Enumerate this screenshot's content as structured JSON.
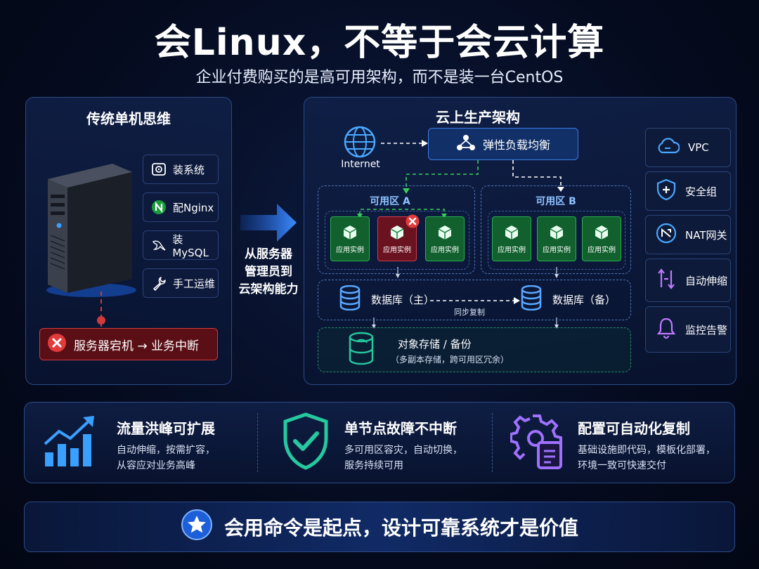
{
  "header": {
    "title": "会Linux，不等于会云计算",
    "subtitle": "企业付费购买的是高可用架构，而不是装一台CentOS"
  },
  "left_panel": {
    "title": "传统单机思维",
    "tasks": [
      {
        "icon": "disk-icon",
        "label": "装系统"
      },
      {
        "icon": "nginx-icon",
        "label": "配Nginx"
      },
      {
        "icon": "mysql-dolphin-icon",
        "label": "装MySQL"
      },
      {
        "icon": "wrench-icon",
        "label": "手工运维"
      }
    ],
    "failure": "服务器宕机 → 业务中断"
  },
  "transition": {
    "lines": [
      "从服务器",
      "管理员到",
      "云架构能力"
    ]
  },
  "right_panel": {
    "title": "云上生产架构",
    "internet_label": "Internet",
    "load_balancer": "弹性负载均衡",
    "zone_a": "可用区 A",
    "zone_b": "可用区 B",
    "instance_label": "应用实例",
    "db_primary": "数据库（主）",
    "db_replica": "数据库（备）",
    "sync_label": "同步复制",
    "storage_title": "对象存储 / 备份",
    "storage_desc": "（多副本存储，跨可用区冗余）"
  },
  "services": [
    {
      "icon": "cloud-icon",
      "label": "VPC"
    },
    {
      "icon": "shield-plus-icon",
      "label": "安全组"
    },
    {
      "icon": "nat-arrow-icon",
      "label": "NAT网关"
    },
    {
      "icon": "autoscale-icon",
      "label": "自动伸缩"
    },
    {
      "icon": "bell-icon",
      "label": "监控告警"
    }
  ],
  "features": [
    {
      "title": "流量洪峰可扩展",
      "line1": "自动伸缩，按需扩容，",
      "line2": "从容应对业务高峰"
    },
    {
      "title": "单节点故障不中断",
      "line1": "多可用区容灾，自动切换，",
      "line2": "服务持续可用"
    },
    {
      "title": "配置可自动化复制",
      "line1": "基础设施即代码，模板化部署，",
      "line2": "环境一致可快速交付"
    }
  ],
  "footer": {
    "text": "会用命令是起点，设计可靠系统才是价值"
  },
  "colors": {
    "accent_blue": "#3b7be0",
    "ok_green": "#28b04e",
    "fail_red": "#d23a3a",
    "teal": "#26c8a0"
  }
}
